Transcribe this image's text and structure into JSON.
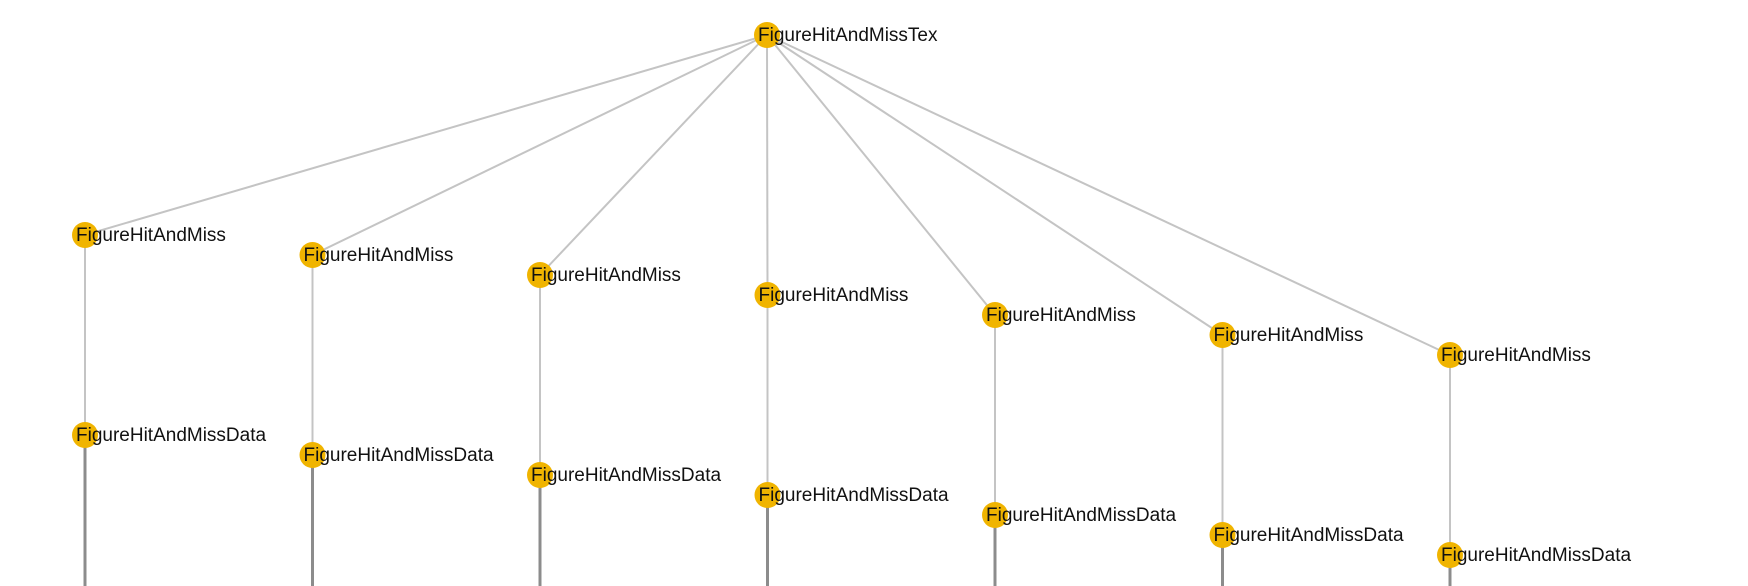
{
  "diagram": {
    "type": "tree",
    "node_color": "#f0b400",
    "edge_color": "#c4c4c4",
    "root": {
      "id": "root",
      "label": "FigureHitAndMissTex"
    },
    "branches": [
      {
        "id": "b1",
        "label": "FigureHitAndMiss",
        "child": {
          "id": "b1d",
          "label": "FigureHitAndMissData"
        }
      },
      {
        "id": "b2",
        "label": "FigureHitAndMiss",
        "child": {
          "id": "b2d",
          "label": "FigureHitAndMissData"
        }
      },
      {
        "id": "b3",
        "label": "FigureHitAndMiss",
        "child": {
          "id": "b3d",
          "label": "FigureHitAndMissData"
        }
      },
      {
        "id": "b4",
        "label": "FigureHitAndMiss",
        "child": {
          "id": "b4d",
          "label": "FigureHitAndMissData"
        }
      },
      {
        "id": "b5",
        "label": "FigureHitAndMiss",
        "child": {
          "id": "b5d",
          "label": "FigureHitAndMissData"
        }
      },
      {
        "id": "b6",
        "label": "FigureHitAndMiss",
        "child": {
          "id": "b6d",
          "label": "FigureHitAndMissData"
        }
      },
      {
        "id": "b7",
        "label": "FigureHitAndMiss",
        "child": {
          "id": "b7d",
          "label": "FigureHitAndMissData"
        }
      }
    ]
  }
}
